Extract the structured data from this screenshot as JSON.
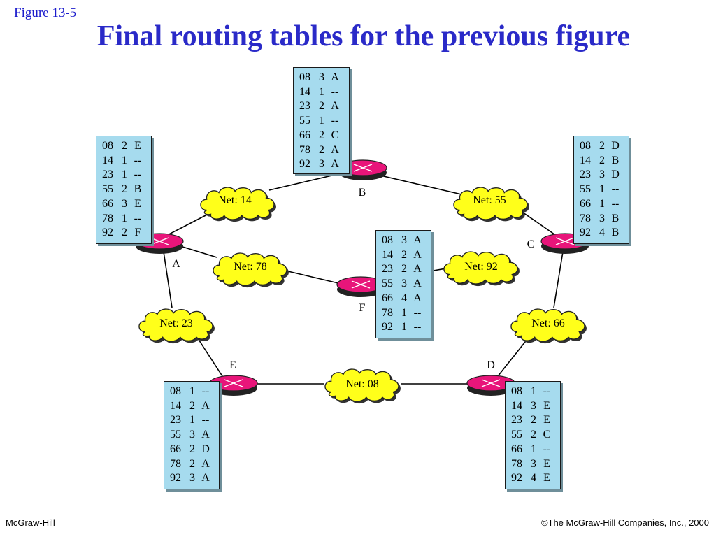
{
  "figure_label": "Figure  13-5",
  "title": "Final routing tables for the previous figure",
  "footer": {
    "left": "McGraw-Hill",
    "right": "©The McGraw-Hill Companies, Inc., 2000"
  },
  "colors": {
    "title": "#2a2ac8",
    "table_bg": "#a6dbee",
    "cloud": "#ffff1a",
    "router": "#e8157a"
  },
  "routers": {
    "A": {
      "label": "A"
    },
    "B": {
      "label": "B"
    },
    "C": {
      "label": "C"
    },
    "D": {
      "label": "D"
    },
    "E": {
      "label": "E"
    },
    "F": {
      "label": "F"
    }
  },
  "networks": {
    "n14": {
      "label": "Net: 14"
    },
    "n55": {
      "label": "Net: 55"
    },
    "n78": {
      "label": "Net: 78"
    },
    "n92": {
      "label": "Net: 92"
    },
    "n23": {
      "label": "Net: 23"
    },
    "n66": {
      "label": "Net: 66"
    },
    "n08": {
      "label": "Net: 08"
    }
  },
  "tables": {
    "A": [
      [
        "08",
        "2",
        "E"
      ],
      [
        "14",
        "1",
        "--"
      ],
      [
        "23",
        "1",
        "--"
      ],
      [
        "55",
        "2",
        "B"
      ],
      [
        "66",
        "3",
        "E"
      ],
      [
        "78",
        "1",
        "--"
      ],
      [
        "92",
        "2",
        "F"
      ]
    ],
    "B": [
      [
        "08",
        "3",
        "A"
      ],
      [
        "14",
        "1",
        "--"
      ],
      [
        "23",
        "2",
        "A"
      ],
      [
        "55",
        "1",
        "--"
      ],
      [
        "66",
        "2",
        "C"
      ],
      [
        "78",
        "2",
        "A"
      ],
      [
        "92",
        "3",
        "A"
      ]
    ],
    "C": [
      [
        "08",
        "2",
        "D"
      ],
      [
        "14",
        "2",
        "B"
      ],
      [
        "23",
        "3",
        "D"
      ],
      [
        "55",
        "1",
        "--"
      ],
      [
        "66",
        "1",
        "--"
      ],
      [
        "78",
        "3",
        "B"
      ],
      [
        "92",
        "4",
        "B"
      ]
    ],
    "D": [
      [
        "08",
        "1",
        "--"
      ],
      [
        "14",
        "3",
        "E"
      ],
      [
        "23",
        "2",
        "E"
      ],
      [
        "55",
        "2",
        "C"
      ],
      [
        "66",
        "1",
        "--"
      ],
      [
        "78",
        "3",
        "E"
      ],
      [
        "92",
        "4",
        "E"
      ]
    ],
    "E": [
      [
        "08",
        "1",
        "--"
      ],
      [
        "14",
        "2",
        "A"
      ],
      [
        "23",
        "1",
        "--"
      ],
      [
        "55",
        "3",
        "A"
      ],
      [
        "66",
        "2",
        "D"
      ],
      [
        "78",
        "2",
        "A"
      ],
      [
        "92",
        "3",
        "A"
      ]
    ],
    "F": [
      [
        "08",
        "3",
        "A"
      ],
      [
        "14",
        "2",
        "A"
      ],
      [
        "23",
        "2",
        "A"
      ],
      [
        "55",
        "3",
        "A"
      ],
      [
        "66",
        "4",
        "A"
      ],
      [
        "78",
        "1",
        "--"
      ],
      [
        "92",
        "1",
        "--"
      ]
    ]
  }
}
